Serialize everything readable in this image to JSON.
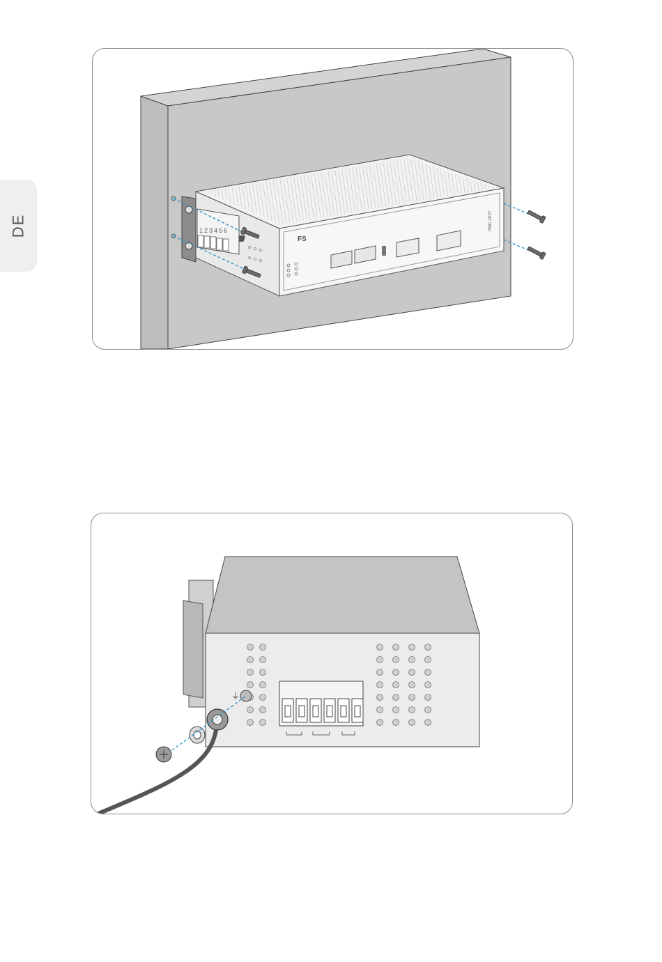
{
  "side_tab": {
    "language": "DE"
  },
  "figure1": {
    "brand": "FS",
    "model": "PMC-2P2T",
    "terminal_numbers": [
      "1",
      "2",
      "3",
      "4",
      "5",
      "6"
    ]
  },
  "figure2": {
    "ground_symbol": "⏚"
  }
}
